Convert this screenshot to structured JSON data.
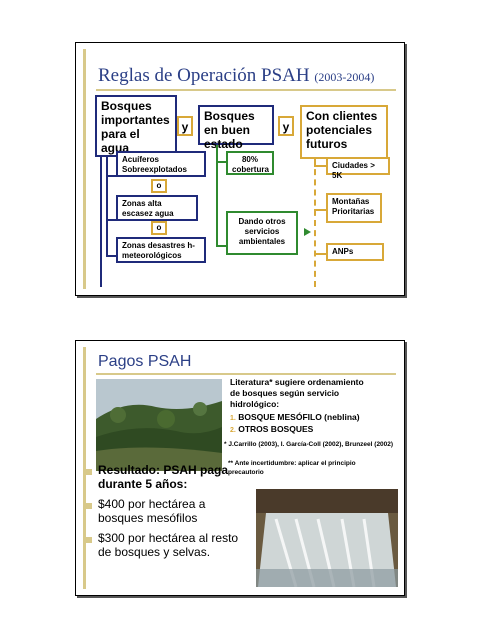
{
  "slide1": {
    "title": "Reglas de Operación PSAH",
    "title_years": "(2003-2004)",
    "box_agua": "Bosques importantes para el agua",
    "conj1": "y",
    "box_bosques": "Bosques en buen estado",
    "conj2": "y",
    "box_clientes": "Con clientes potenciales futuros",
    "acuiferos": "Acuíferos Sobreexplotados",
    "o1": "o",
    "zonas_escasez": "Zonas alta escasez agua",
    "o2": "o",
    "zonas_desastres": "Zonas desastres h-meteorológicos",
    "cobertura": "80% cobertura",
    "dando": "Dando otros servicios ambientales",
    "ciudades": "Ciudades > 5K",
    "montanas": "Montañas Prioritarias",
    "anps": "ANPs"
  },
  "slide2": {
    "title": "Pagos PSAH",
    "lit_line1": "Literatura* sugiere ordenamiento",
    "lit_line2": "de bosques según servicio",
    "lit_line3": "hidrológico:",
    "item1_num": "1.",
    "item1": "BOSQUE MESÓFILO (neblina)",
    "item2_num": "2.",
    "item2": "OTROS BOSQUES",
    "refs": "* J.Carrillo (2003), I. García-Coll (2002), Brunzeel (2002)",
    "note_line1": "** Ante incertidumbre: aplicar el principio",
    "note_line2": "precautorio",
    "bullet1_line1": "Resultado:  PSAH paga",
    "bullet1_line2": "durante 5 años:",
    "bullet2_line1": "$400 por hectárea a",
    "bullet2_line2": "bosques mesófilos",
    "bullet3_line1": "$300 por hectárea al resto",
    "bullet3_line2": "de bosques y selvas."
  },
  "colors": {
    "navy": "#1f2a7a",
    "gold": "#d8a838",
    "green": "#2f8a2f",
    "title": "#2b3f86"
  }
}
